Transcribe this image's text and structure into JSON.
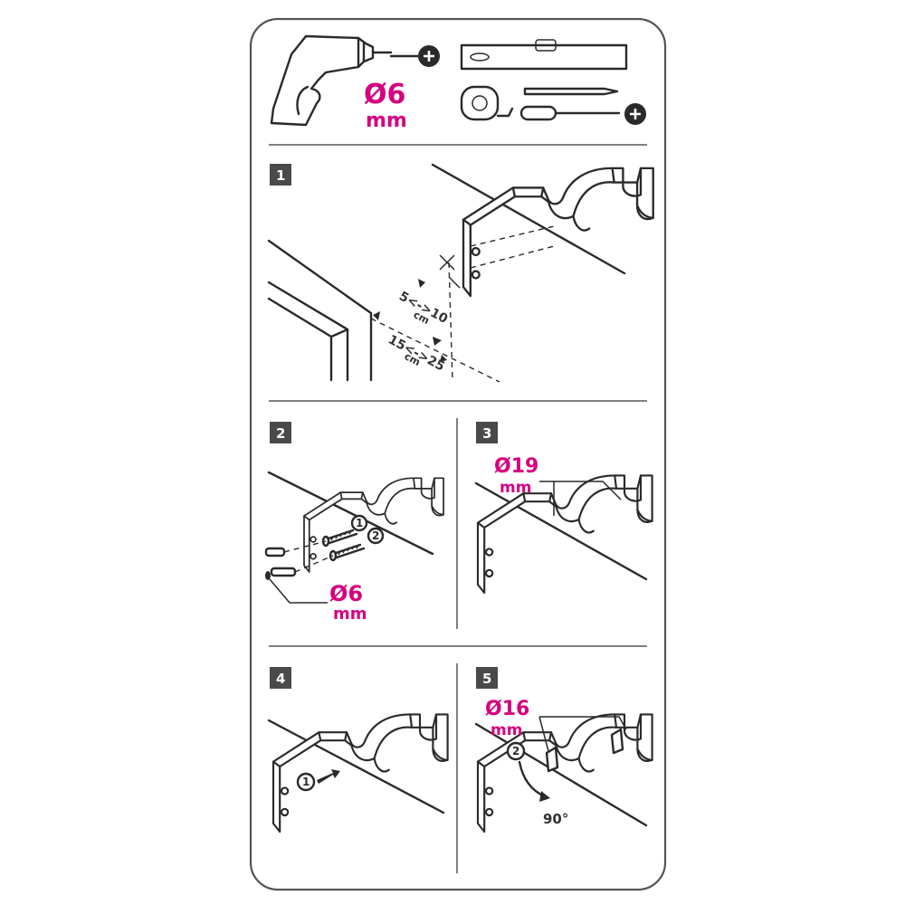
{
  "tools": {
    "drill_size": "Ø6",
    "drill_unit": "mm"
  },
  "steps": [
    {
      "number": "1"
    },
    {
      "number": "2",
      "plug_size": "Ø6",
      "plug_unit": "mm",
      "callouts": [
        "1",
        "2"
      ]
    },
    {
      "number": "3",
      "rod_size": "Ø19",
      "rod_unit": "mm"
    },
    {
      "number": "4",
      "callout": "1"
    },
    {
      "number": "5",
      "rod_size": "Ø16",
      "rod_unit": "mm",
      "callout": "2",
      "rotation": "90°"
    }
  ],
  "dimensions": {
    "bracket_offset_range": "5<->10",
    "bracket_offset_unit": "cm",
    "window_offset_range": "15<->25",
    "window_offset_unit": "cm"
  },
  "colors": {
    "accent": "#d6007e",
    "ink": "#2a2a2a",
    "badge": "#4a4a4a",
    "frame": "#555555"
  }
}
